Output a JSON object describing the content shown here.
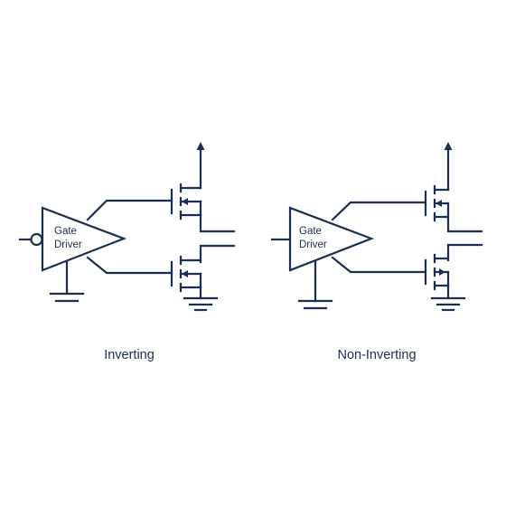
{
  "left": {
    "driver_label_line1": "Gate",
    "driver_label_line2": "Driver",
    "caption": "Inverting"
  },
  "right": {
    "driver_label_line1": "Gate",
    "driver_label_line2": "Driver",
    "caption": "Non-Inverting"
  },
  "colors": {
    "line": "#1b2e4f",
    "background": "#ffffff"
  }
}
